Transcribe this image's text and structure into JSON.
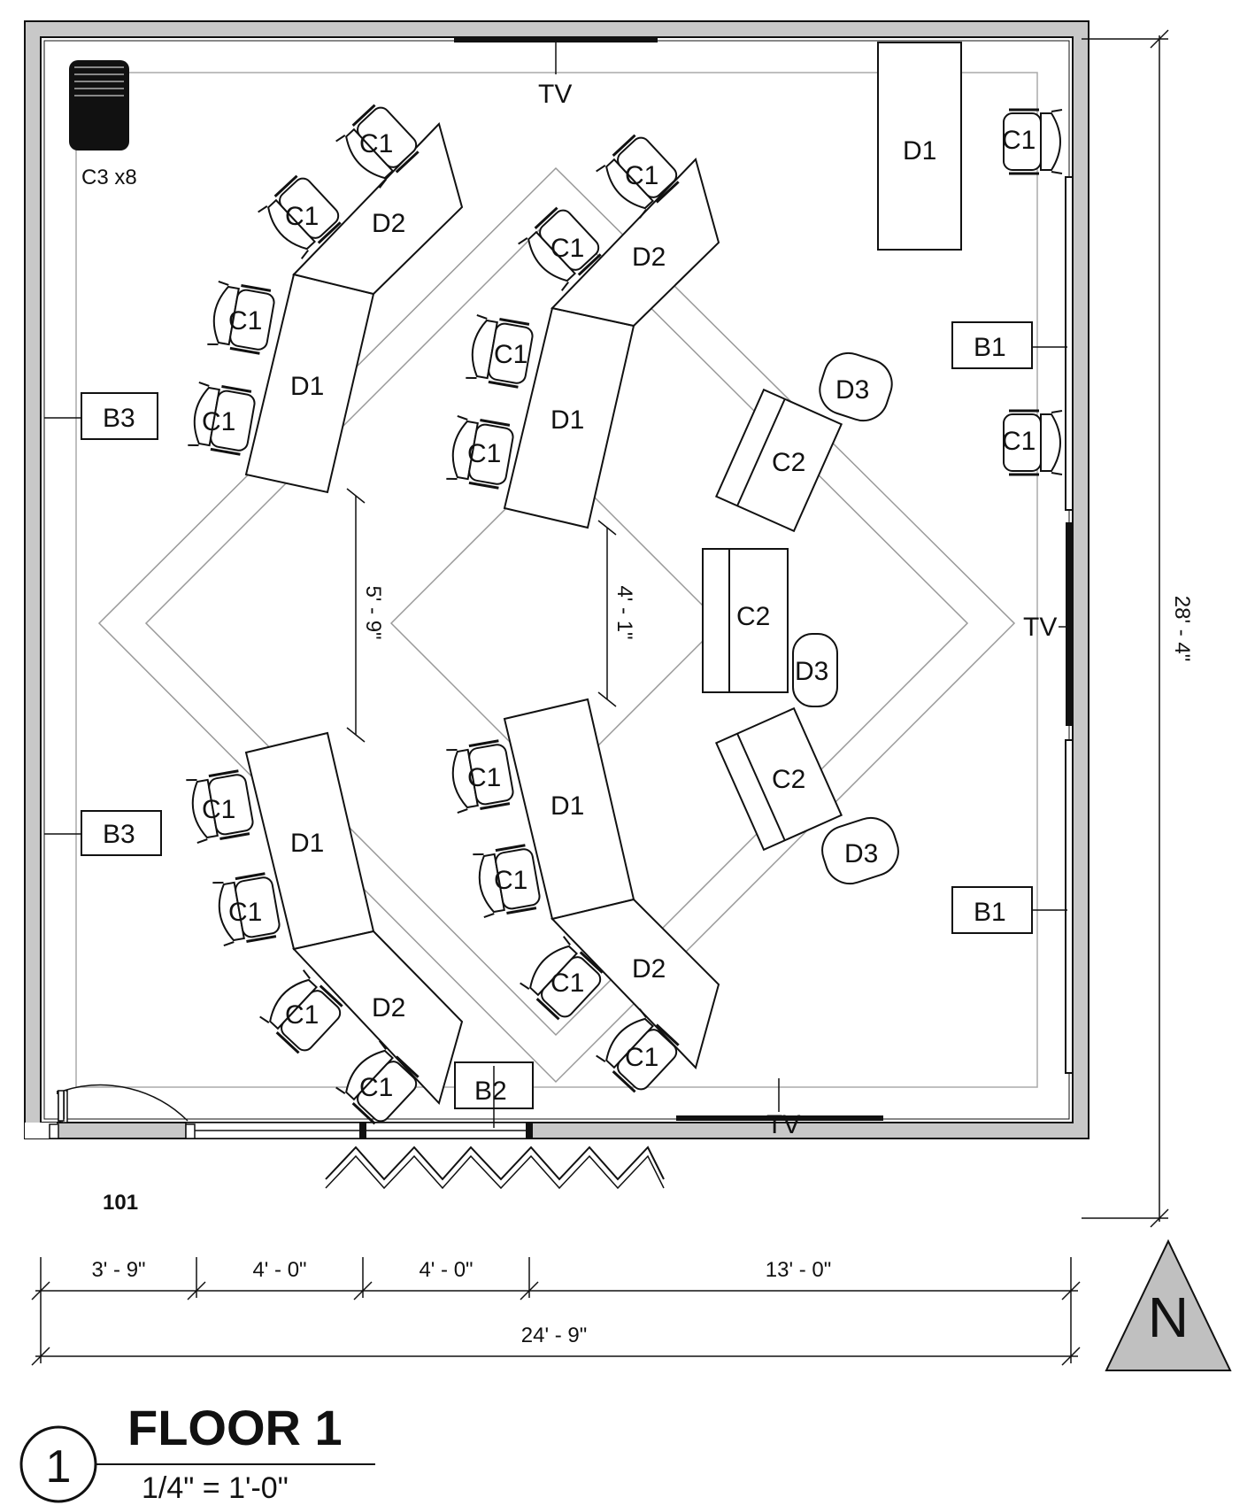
{
  "title": "FLOOR 1",
  "scale": "1/4\" = 1'-0\"",
  "view_number": "1",
  "room_number": "101",
  "north_label": "N",
  "dimensions": {
    "bottom_1": "3' - 9\"",
    "bottom_2": "4' - 0\"",
    "bottom_3": "4' - 0\"",
    "bottom_4": "13' - 0\"",
    "overall_width": "24' - 9\"",
    "overall_height": "28' - 4\"",
    "gap_left": "5' - 9\"",
    "gap_center": "4' - 1\""
  },
  "labels": {
    "tv": "TV",
    "chair": "C1",
    "chair_c2": "C2",
    "stack": "C3  x8",
    "desk_d1": "D1",
    "desk_d2": "D2",
    "desk_d3": "D3",
    "board_b1": "B1",
    "board_b2": "B2",
    "board_b3": "B3"
  }
}
